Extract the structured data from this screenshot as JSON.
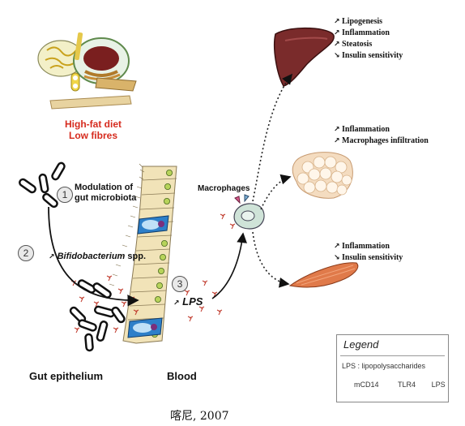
{
  "diet": {
    "line1": "High-fat diet",
    "line2": "Low fibres",
    "color": "#d62b1e"
  },
  "steps": {
    "step1": {
      "number": "1",
      "text_line1": "Modulation of",
      "text_line2": "gut microbiota"
    },
    "step2": {
      "number": "2",
      "text_italic": "Bifidobacterium",
      "text_suffix": " spp."
    },
    "step3": {
      "number": "3",
      "text": "LPS"
    }
  },
  "macrophages_label": "Macrophages",
  "liver_effects": [
    {
      "arrow": "up",
      "text": "Lipogenesis"
    },
    {
      "arrow": "up",
      "text": "Inflammation"
    },
    {
      "arrow": "up",
      "text": "Steatosis"
    },
    {
      "arrow": "down",
      "text": "Insulin sensitivity"
    }
  ],
  "adipose_effects": [
    {
      "arrow": "up",
      "text": "Inflammation"
    },
    {
      "arrow": "up",
      "text": "Macrophages infiltration"
    }
  ],
  "muscle_effects": [
    {
      "arrow": "up",
      "text": "Inflammation"
    },
    {
      "arrow": "down",
      "text": "Insulin sensitivity"
    }
  ],
  "bottom_labels": {
    "gut": "Gut epithelium",
    "blood": "Blood"
  },
  "legend": {
    "title": "Legend",
    "lps_def": "LPS : lipopolysaccharides",
    "items": [
      {
        "icon": "mcd14",
        "label": "mCD14"
      },
      {
        "icon": "tlr4",
        "label": "TLR4"
      },
      {
        "icon": "lps",
        "label": "LPS"
      }
    ]
  },
  "citation": "喀尼, 2007",
  "arrow_glyphs": {
    "up": "↗",
    "down": "↘"
  }
}
